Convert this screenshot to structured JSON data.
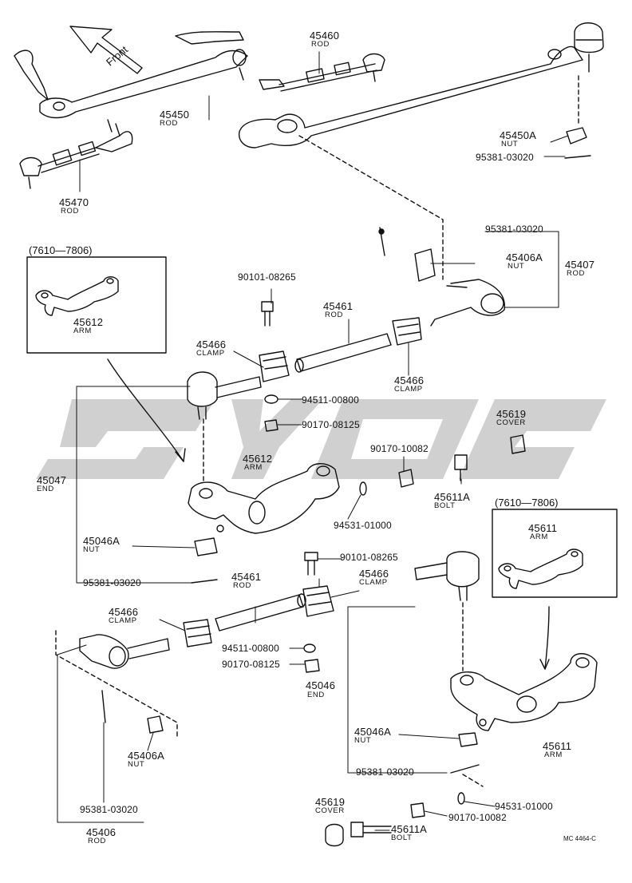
{
  "diagram": {
    "front_label": "Front",
    "drawing_code": "MC 4464-C",
    "watermark_color": "#c8c8c8",
    "inset_left": {
      "range": "(7610—7806)",
      "part": "45612",
      "name": "ARM"
    },
    "inset_right": {
      "range": "(7610—7806)",
      "part": "45611",
      "name": "ARM"
    },
    "parts": [
      {
        "id": "p45460",
        "number": "45460",
        "name": "ROD"
      },
      {
        "id": "p45450",
        "number": "45450",
        "name": "ROD"
      },
      {
        "id": "p45470",
        "number": "45470",
        "name": "ROD"
      },
      {
        "id": "p45450A",
        "number": "45450A",
        "name": "NUT"
      },
      {
        "id": "p95381a",
        "number": "95381-03020",
        "name": ""
      },
      {
        "id": "p95381b",
        "number": "95381-03020",
        "name": ""
      },
      {
        "id": "p45406A_top",
        "number": "45406A",
        "name": "NUT"
      },
      {
        "id": "p45407",
        "number": "45407",
        "name": "ROD"
      },
      {
        "id": "p90101a",
        "number": "90101-08265",
        "name": ""
      },
      {
        "id": "p45461a",
        "number": "45461",
        "name": "ROD"
      },
      {
        "id": "p45466a",
        "number": "45466",
        "name": "CLAMP"
      },
      {
        "id": "p45466b",
        "number": "45466",
        "name": "CLAMP"
      },
      {
        "id": "p94511a",
        "number": "94511-00800",
        "name": ""
      },
      {
        "id": "p90170a",
        "number": "90170-08125",
        "name": ""
      },
      {
        "id": "p45619a",
        "number": "45619",
        "name": "COVER"
      },
      {
        "id": "p90170b",
        "number": "90170-10082",
        "name": ""
      },
      {
        "id": "p45047",
        "number": "45047",
        "name": "END"
      },
      {
        "id": "p45612",
        "number": "45612",
        "name": "ARM"
      },
      {
        "id": "p45611Aa",
        "number": "45611A",
        "name": "BOLT"
      },
      {
        "id": "p94531a",
        "number": "94531-01000",
        "name": ""
      },
      {
        "id": "p45046Aa",
        "number": "45046A",
        "name": "NUT"
      },
      {
        "id": "p90101b",
        "number": "90101-08265",
        "name": ""
      },
      {
        "id": "p45461b",
        "number": "45461",
        "name": "ROD"
      },
      {
        "id": "p45466c",
        "number": "45466",
        "name": "CLAMP"
      },
      {
        "id": "p95381c",
        "number": "95381-03020",
        "name": ""
      },
      {
        "id": "p45466d",
        "number": "45466",
        "name": "CLAMP"
      },
      {
        "id": "p94511b",
        "number": "94511-00800",
        "name": ""
      },
      {
        "id": "p90170c",
        "number": "90170-08125",
        "name": ""
      },
      {
        "id": "p45046",
        "number": "45046",
        "name": "END"
      },
      {
        "id": "p45406A_bot",
        "number": "45406A",
        "name": "NUT"
      },
      {
        "id": "p45046Ab",
        "number": "45046A",
        "name": "NUT"
      },
      {
        "id": "p45611",
        "number": "45611",
        "name": "ARM"
      },
      {
        "id": "p95381d",
        "number": "95381-03020",
        "name": ""
      },
      {
        "id": "p95381e",
        "number": "95381-03020",
        "name": ""
      },
      {
        "id": "p45619b",
        "number": "45619",
        "name": "COVER"
      },
      {
        "id": "p94531b",
        "number": "94531-01000",
        "name": ""
      },
      {
        "id": "p90170d",
        "number": "90170-10082",
        "name": ""
      },
      {
        "id": "p45406",
        "number": "45406",
        "name": "ROD"
      },
      {
        "id": "p45611Ab",
        "number": "45611A",
        "name": "BOLT"
      }
    ]
  }
}
